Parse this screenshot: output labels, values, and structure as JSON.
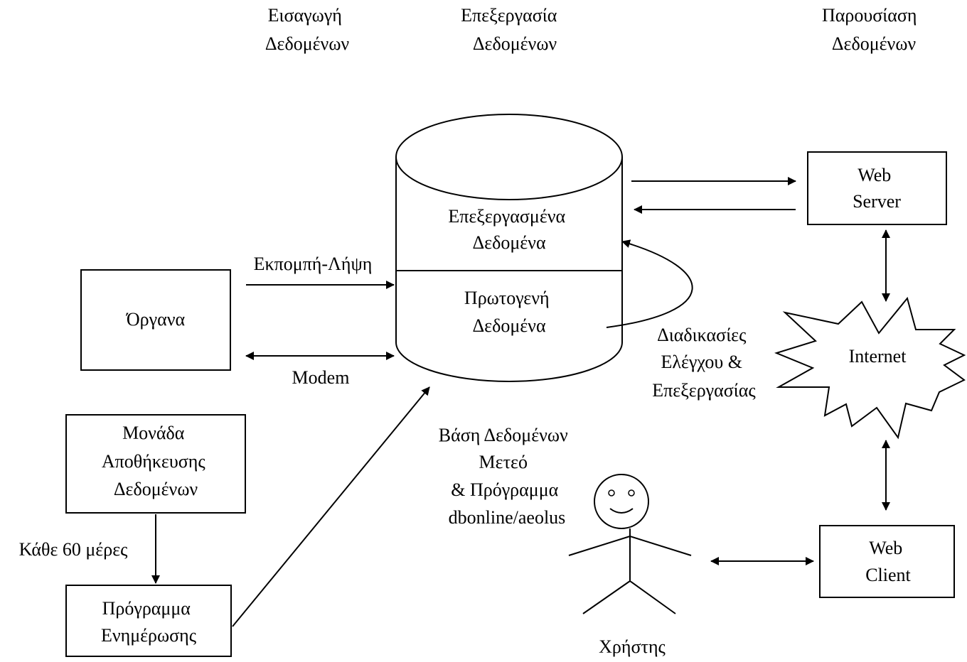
{
  "headers": {
    "input": [
      "Εισαγωγή",
      "Δεδομένων"
    ],
    "processing": [
      "Επεξεργασία",
      "Δεδομένων"
    ],
    "presentation": [
      "Παρουσίαση",
      "Δεδομένων"
    ]
  },
  "database": {
    "processed": [
      "Επεξεργασμένα",
      "Δεδομένα"
    ],
    "raw": [
      "Πρωτογενή",
      "Δεδομένα"
    ],
    "caption": [
      "Βάση Δεδομένων",
      "Μετεό",
      "& Πρόγραμμα",
      "dbonline/aeolus"
    ]
  },
  "instruments": "Όργανα",
  "storage_unit": [
    "Μονάδα",
    "Αποθήκευσης",
    "Δεδομένων"
  ],
  "update_program": [
    "Πρόγραμμα",
    "Ενημέρωσης"
  ],
  "every_60_days": "Κάθε 60 μέρες",
  "transmit_receive": "Εκπομπή-Λήψη",
  "modem": "Modem",
  "check_process": [
    "Διαδικασίες",
    "Ελέγχου &",
    "Επεξεργασίας"
  ],
  "web_server": [
    "Web",
    "Server"
  ],
  "internet": "Internet",
  "web_client": [
    "Web",
    "Client"
  ],
  "user": "Χρήστης"
}
